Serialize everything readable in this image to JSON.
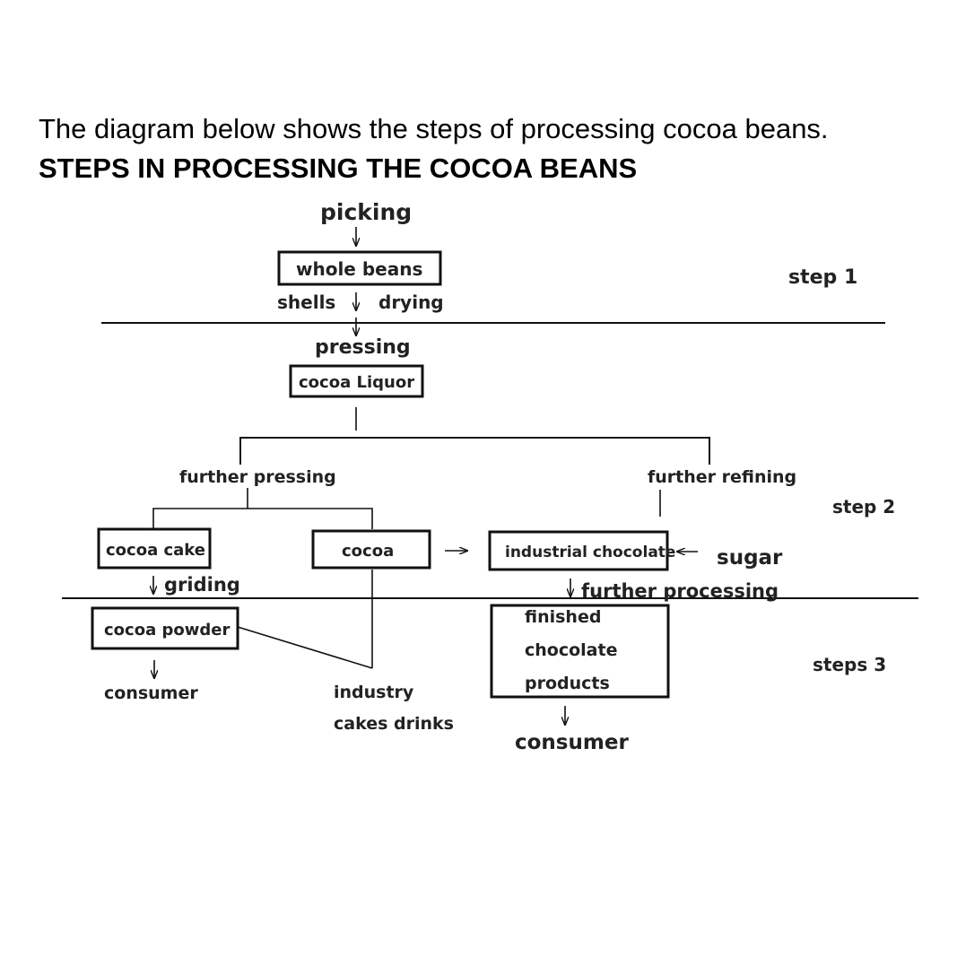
{
  "intro": "The diagram below shows the steps of processing cocoa beans.",
  "heading": "STEPS IN PROCESSING THE COCOA BEANS",
  "nodes": {
    "picking": "picking",
    "whole_beans": "whole beans",
    "shells": "shells",
    "drying": "drying",
    "pressing": "pressing",
    "cocoa_liquor": "cocoa Liquor",
    "further_pressing": "further pressing",
    "further_refining": "further refining",
    "cocoa_cake": "cocoa cake",
    "cocoa": "cocoa",
    "industrial_chocolate": "industrial chocolate",
    "sugar": "sugar",
    "griding": "griding",
    "further_processing": "further processing",
    "cocoa_powder": "cocoa powder",
    "finished_line1": "finished",
    "finished_line2": "chocolate",
    "finished_line3": "products",
    "consumer_left": "consumer",
    "industry": "industry",
    "cakes_drinks": "cakes drinks",
    "consumer_right": "consumer"
  },
  "steps": {
    "step1": "step 1",
    "step2": "step 2",
    "step3": "steps 3"
  }
}
